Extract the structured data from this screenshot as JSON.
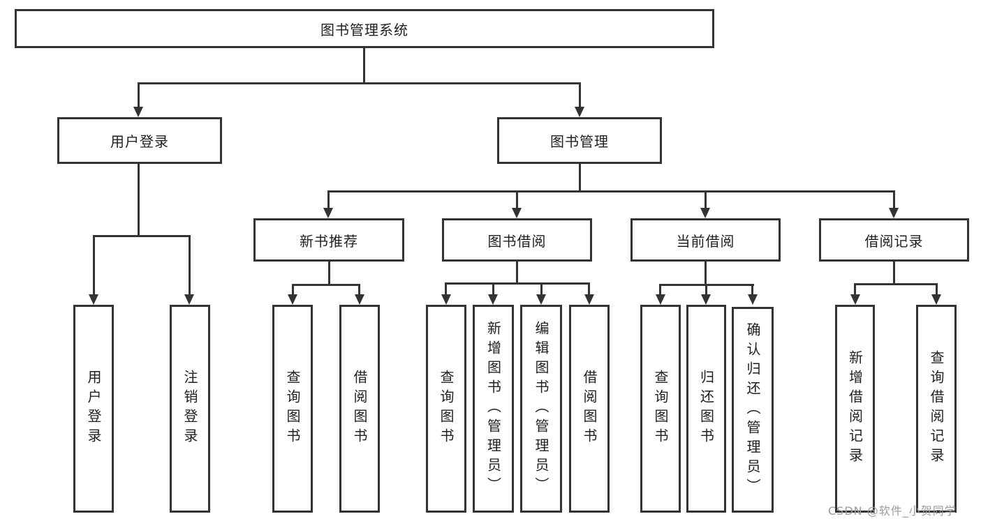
{
  "diagram_type": "hierarchy-tree",
  "colors": {
    "line": "#333333",
    "box_border": "#333333",
    "box_fill": "#ffffff",
    "text": "#1f1f1f",
    "watermark": "#9b9b9b",
    "background": "#ffffff"
  },
  "tree": {
    "label": "图书管理系统",
    "children": [
      {
        "label": "用户登录",
        "children": [
          {
            "label": "用户登录"
          },
          {
            "label": "注销登录"
          }
        ]
      },
      {
        "label": "图书管理",
        "children": [
          {
            "label": "新书推荐",
            "children": [
              {
                "label": "查询图书"
              },
              {
                "label": "借阅图书"
              }
            ]
          },
          {
            "label": "图书借阅",
            "children": [
              {
                "label": "查询图书"
              },
              {
                "label": "新增图书（管理员）"
              },
              {
                "label": "编辑图书（管理员）"
              },
              {
                "label": "借阅图书"
              }
            ]
          },
          {
            "label": "当前借阅",
            "children": [
              {
                "label": "查询图书"
              },
              {
                "label": "归还图书"
              },
              {
                "label": "确认归还（管理员）"
              }
            ]
          },
          {
            "label": "借阅记录",
            "children": [
              {
                "label": "新增借阅记录"
              },
              {
                "label": "查询借阅记录"
              }
            ]
          }
        ]
      }
    ]
  },
  "watermark": {
    "text": "CSDN @软件_小贺同学"
  }
}
